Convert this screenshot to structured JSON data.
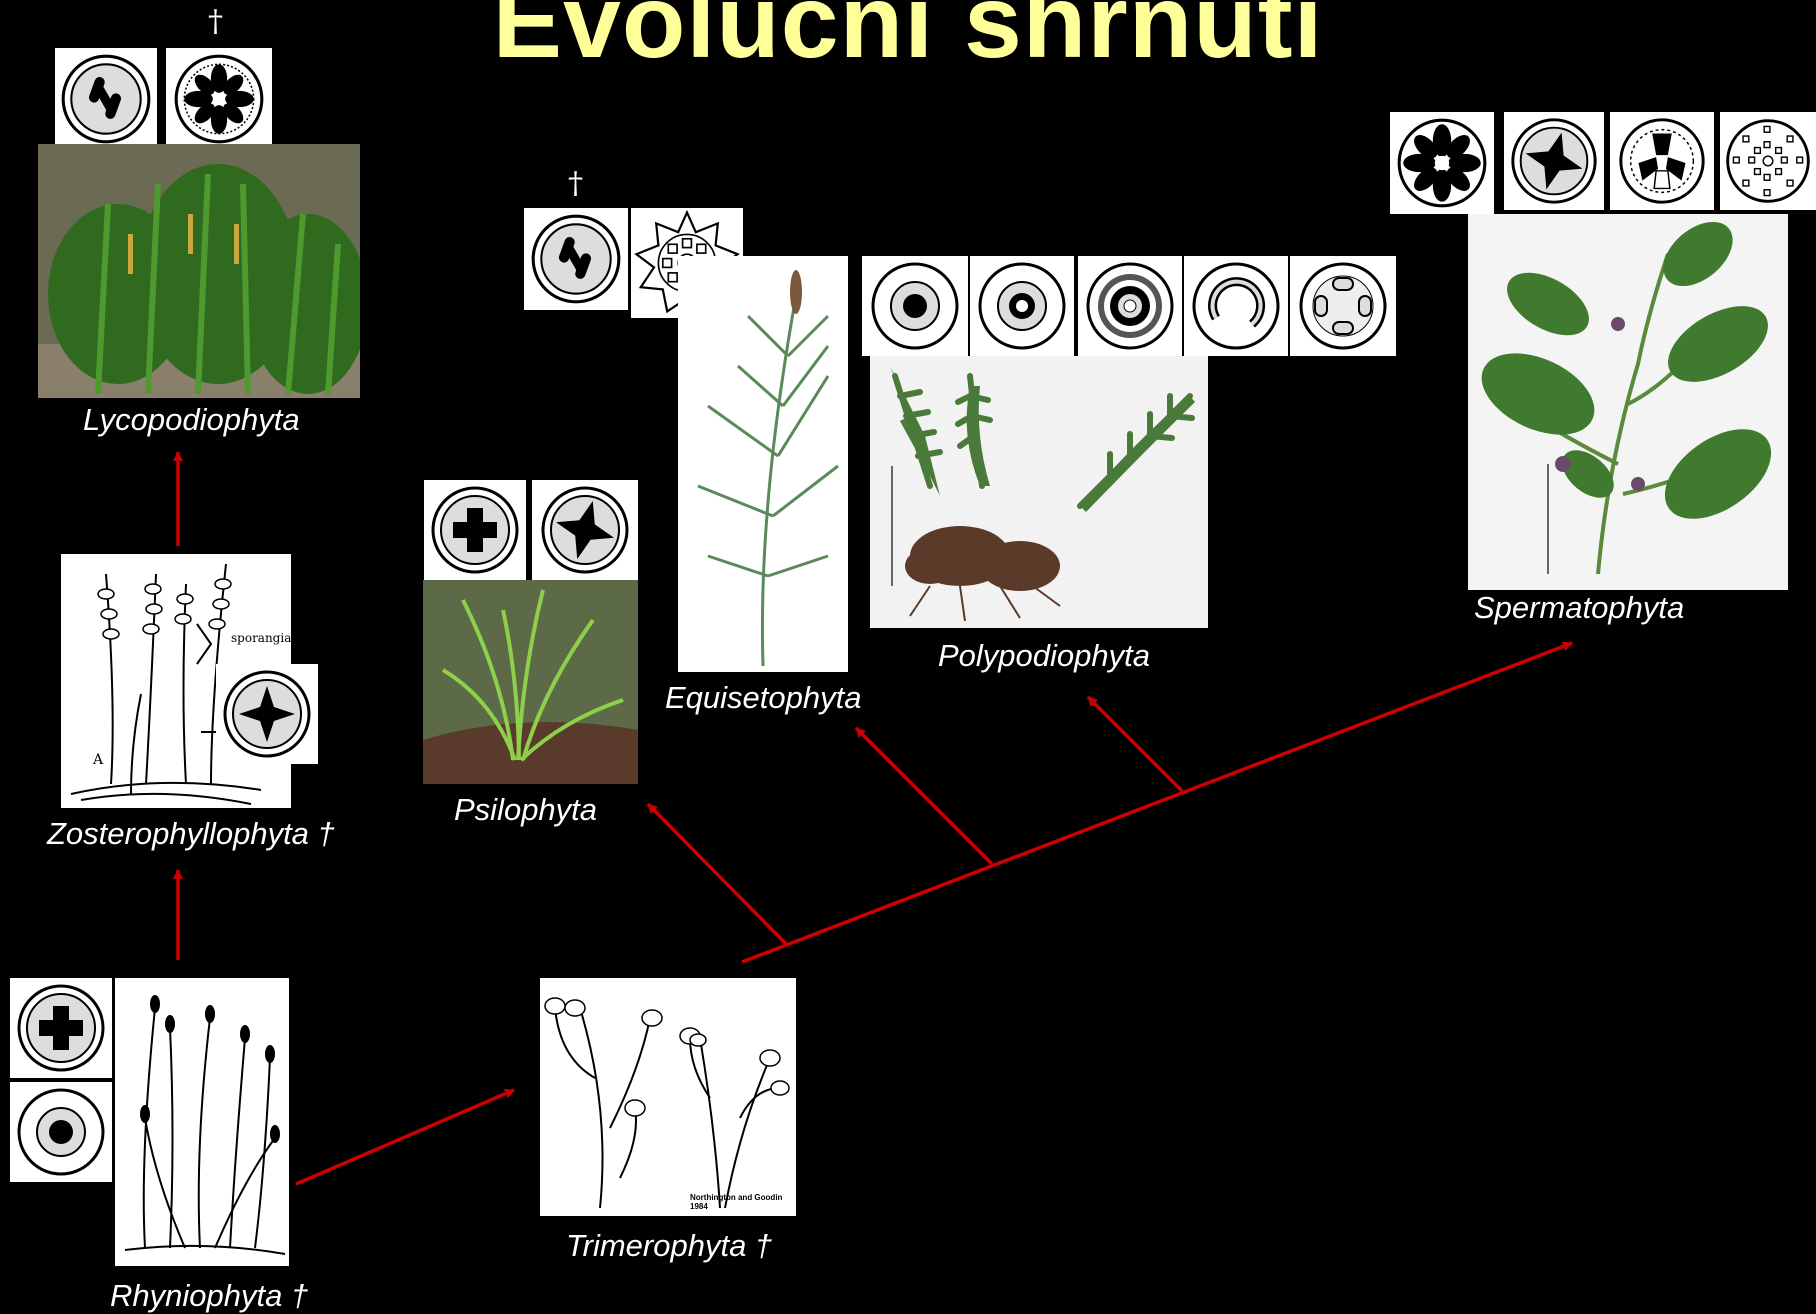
{
  "title": "Evoluční shrnutí",
  "colors": {
    "title": "#ffff99",
    "arrow": "#cc0000",
    "background": "#000000"
  },
  "dagger_symbol": "†",
  "taxa": {
    "lycopodiophyta": "Lycopodiophyta",
    "zosterophyllophyta": "Zosterophyllophyta †",
    "rhyniophyta": "Rhyniophyta †",
    "trimerophyta": "Trimerophyta †",
    "psilophyta": "Psilophyta",
    "equisetophyta": "Equisetophyta",
    "polypodiophyta": "Polypodiophyta",
    "spermatophyta": "Spermatophyta"
  },
  "figure_text": {
    "sporangia": "sporangia",
    "panel_a": "A",
    "credit_line1": "Northington and Goodin",
    "credit_line2": "1984"
  },
  "stele_icons": {
    "lycopodiophyta": [
      "plectostele-icon",
      "actinostele-lobed-icon"
    ],
    "zosterophyllophyta": [
      "exarch-star-stele-icon"
    ],
    "rhyniophyta": [
      "protostele-cross-icon",
      "haplostele-icon"
    ],
    "psilophyta": [
      "protostele-cross-icon",
      "actinostele-star-icon"
    ],
    "equisetophyta": [
      "plectostele-icon",
      "eustele-star-ring-icon"
    ],
    "polypodiophyta": [
      "haplostele-icon",
      "ectophloic-siphonostele-icon",
      "amphiphloic-siphonostele-icon",
      "solenostele-icon",
      "dictyostele-icon"
    ],
    "spermatophyta": [
      "actinostele-lobed-icon",
      "actinostele-star-icon",
      "eustele-partial-icon",
      "atactostele-icon"
    ]
  }
}
